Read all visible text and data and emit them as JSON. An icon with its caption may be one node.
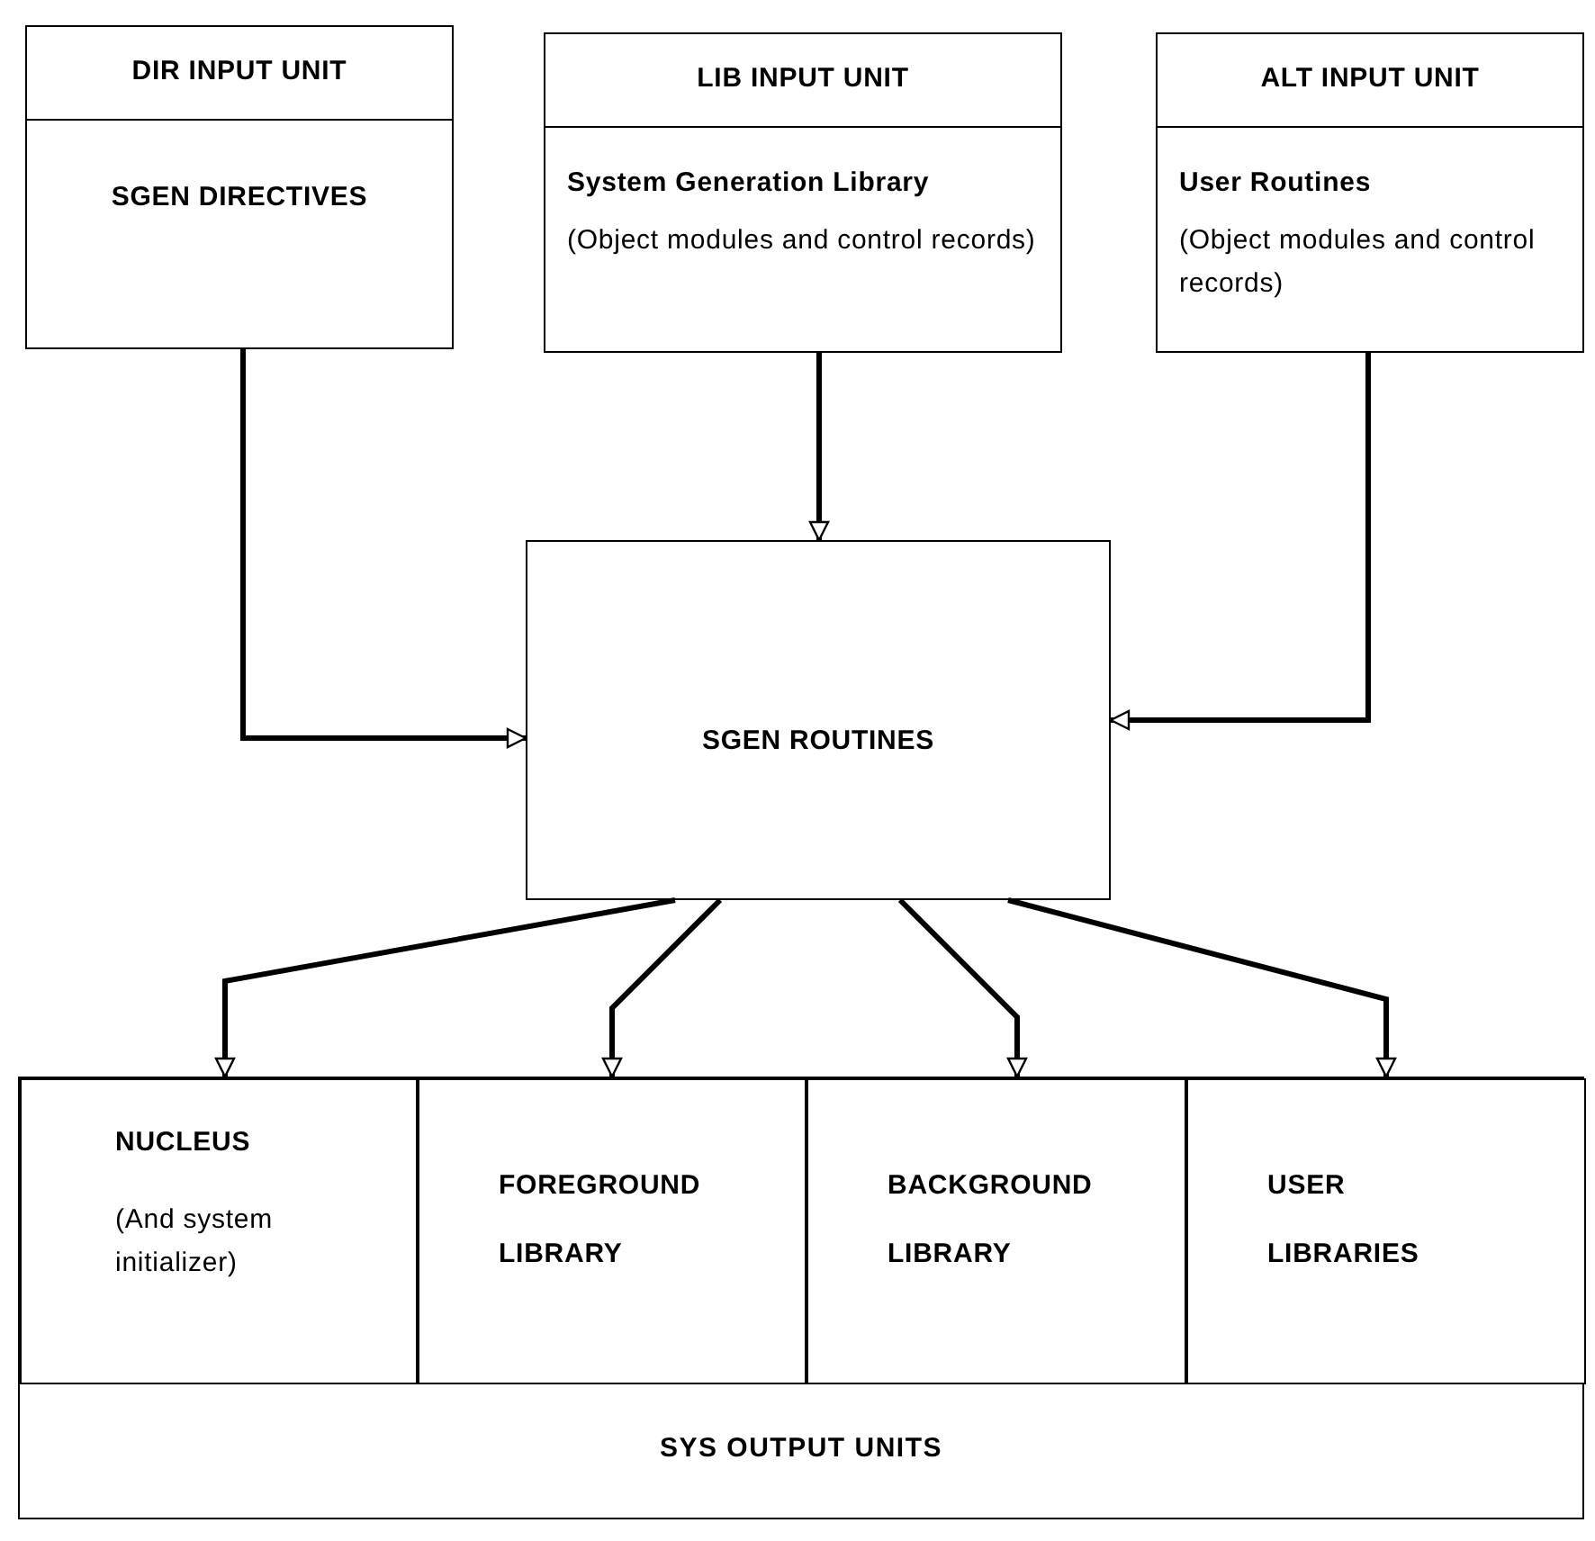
{
  "diagram": {
    "nodes": [
      {
        "text": [
          "DIR INPUT UNIT",
          "SGEN DIRECTIVES"
        ]
      },
      {
        "text": [
          "LIB INPUT UNIT",
          "System Generation Library",
          "(Object modules and control records)"
        ]
      },
      {
        "text": [
          "ALT INPUT UNIT",
          "User Routines",
          "(Object modules and control records)"
        ]
      },
      {
        "text": [
          "SGEN ROUTINES"
        ]
      },
      {
        "text": [
          "SYS OUTPUT UNITS"
        ]
      },
      {
        "text": [
          "NUCLEUS",
          "(And system initializer)"
        ],
        "in": 4
      },
      {
        "text": [
          "FOREGROUND LIBRARY"
        ],
        "in": 4
      },
      {
        "text": [
          "BACKGROUND LIBRARY"
        ],
        "in": 4
      },
      {
        "text": [
          "USER LIBRARIES"
        ],
        "in": 4
      }
    ],
    "edges": [
      {
        "from": 0,
        "to": 3,
        "arrow": "to"
      },
      {
        "from": 1,
        "to": 3,
        "arrow": "to"
      },
      {
        "from": 2,
        "to": 3,
        "arrow": "to"
      },
      {
        "from": 3,
        "to": 5,
        "arrow": "to"
      },
      {
        "from": 3,
        "to": 6,
        "arrow": "to"
      },
      {
        "from": 3,
        "to": 7,
        "arrow": "to"
      },
      {
        "from": 3,
        "to": 8,
        "arrow": "to"
      }
    ]
  }
}
